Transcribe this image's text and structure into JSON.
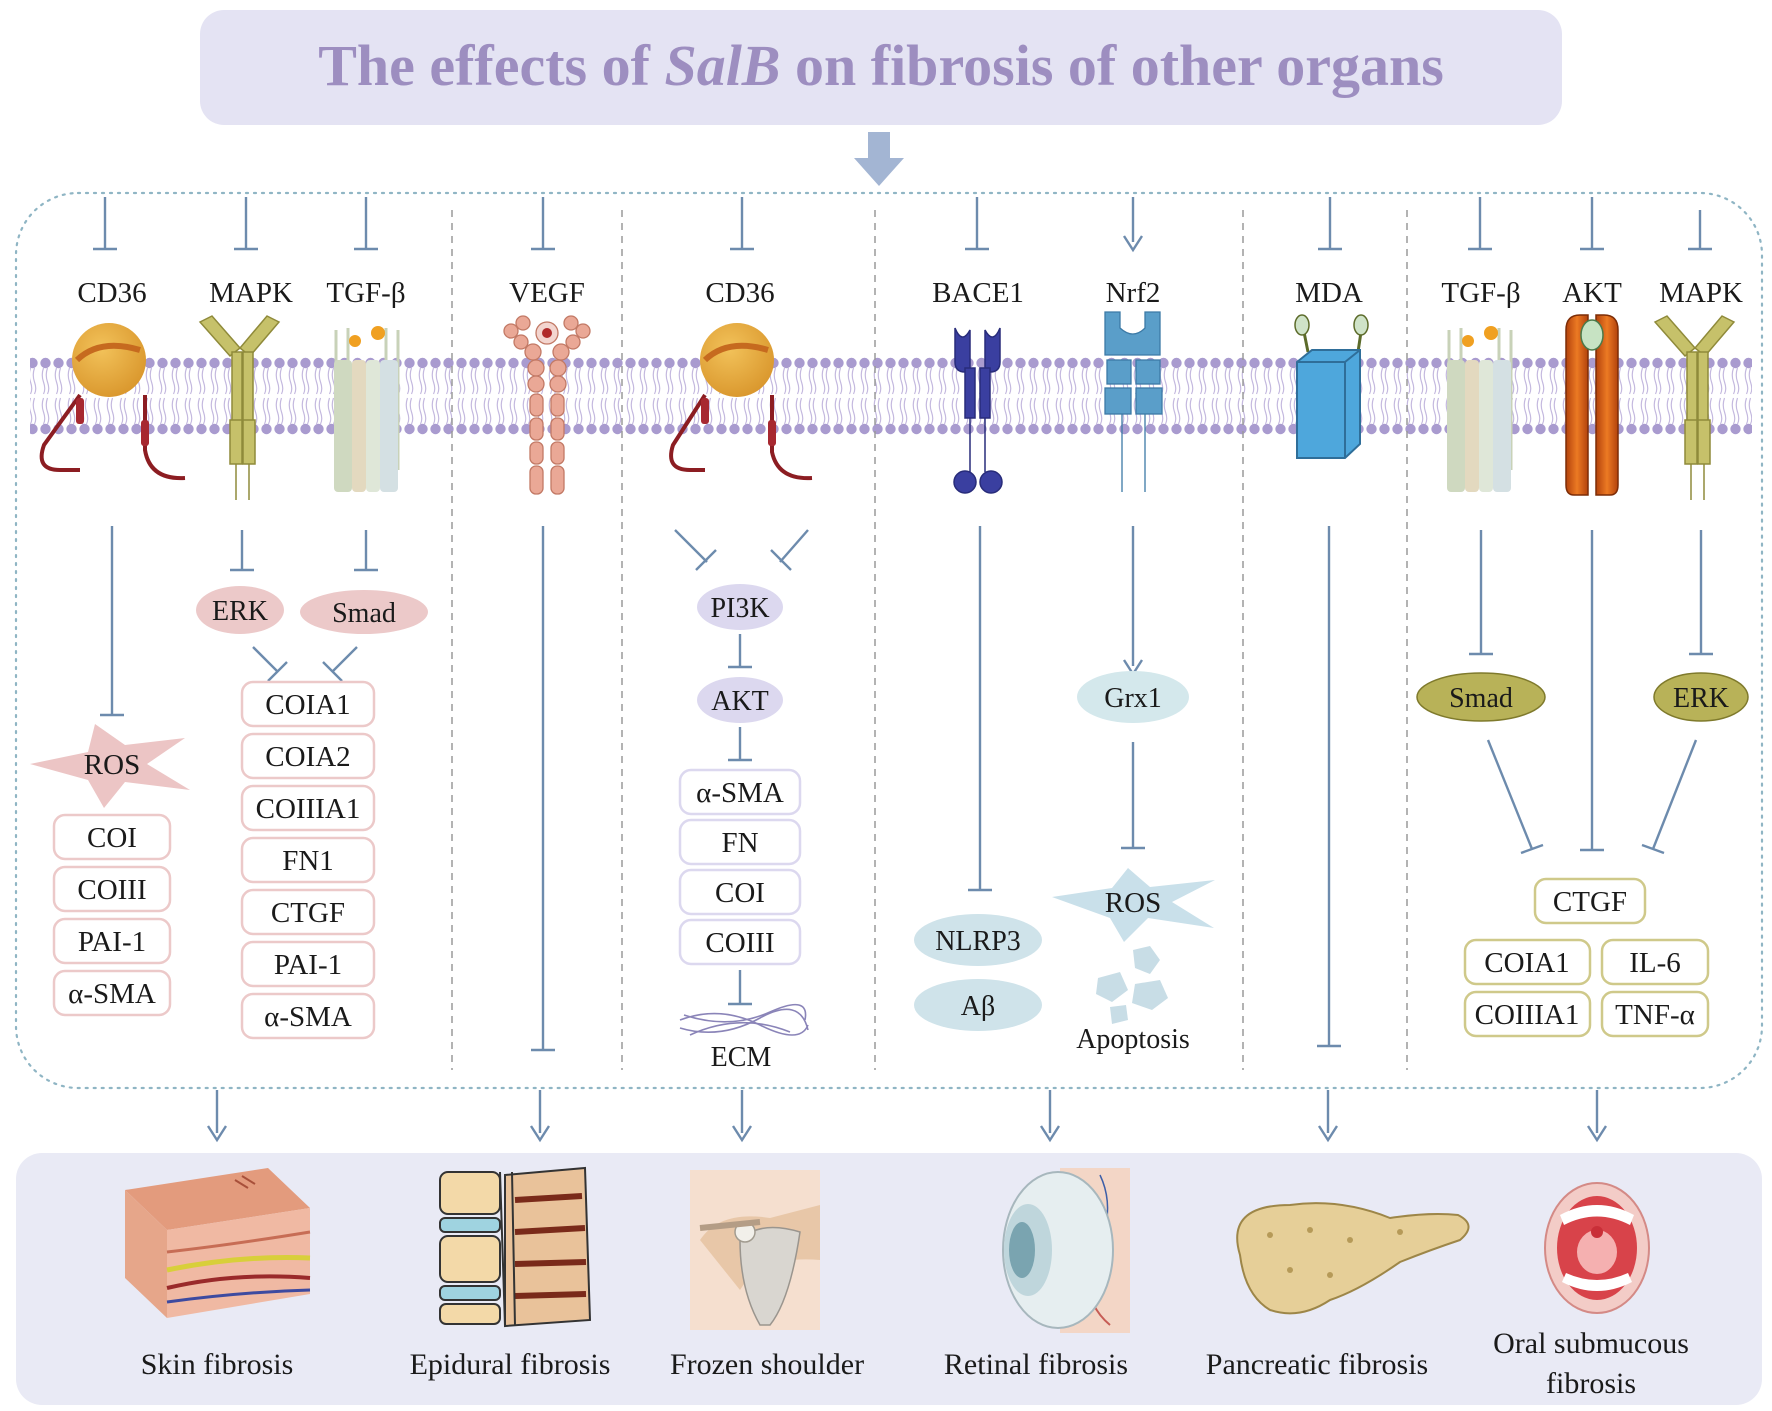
{
  "title": {
    "prefix": "The effects of ",
    "italic": "SalB",
    "suffix": " on fibrosis of other organs"
  },
  "colors": {
    "title_bg": "#e4e3f3",
    "title_text": "#9d8ec0",
    "arrow": "#7e9bbf",
    "line": "#6d8bad",
    "membrane": "#a99bcf",
    "panel_bg": "#e9eaf5",
    "pink": "#ecc9c9",
    "lavender": "#dcd8ef",
    "lightblue": "#cfe3ea",
    "olive": "#b8b258"
  },
  "panels": {
    "skin": {
      "receptors": [
        "CD36",
        "MAPK",
        "TGF-β"
      ],
      "ros": "ROS",
      "markers_left": [
        "COI",
        "COIII",
        "PAI-1",
        "α-SMA"
      ],
      "mediators": [
        "ERK",
        "Smad"
      ],
      "markers_right": [
        "COIA1",
        "COIA2",
        "COIIIA1",
        "FN1",
        "CTGF",
        "PAI-1",
        "α-SMA"
      ]
    },
    "epidural": {
      "receptors": [
        "VEGF"
      ]
    },
    "shoulder": {
      "receptors": [
        "CD36"
      ],
      "mediators": [
        "PI3K",
        "AKT"
      ],
      "markers": [
        "α-SMA",
        "FN",
        "COI",
        "COIII"
      ],
      "ecm": "ECM"
    },
    "retinal": {
      "receptors": [
        "BACE1",
        "Nrf2"
      ],
      "grx": "Grx1",
      "outputs": [
        "NLRP3",
        "Aβ"
      ],
      "ros": "ROS",
      "apoptosis": "Apoptosis"
    },
    "pancreatic": {
      "receptors": [
        "MDA"
      ]
    },
    "oral": {
      "receptors": [
        "TGF-β",
        "AKT",
        "MAPK"
      ],
      "mediators": [
        "Smad",
        "ERK"
      ],
      "ctgf": "CTGF",
      "markers": [
        "COIA1",
        "IL-6",
        "COIIIA1",
        "TNF-α"
      ]
    }
  },
  "organs": [
    {
      "label": "Skin fibrosis",
      "icon": "skin-section-icon"
    },
    {
      "label": "Epidural fibrosis",
      "icon": "spine-icon"
    },
    {
      "label": "Frozen shoulder",
      "icon": "shoulder-icon"
    },
    {
      "label": "Retinal fibrosis",
      "icon": "eye-icon"
    },
    {
      "label": "Pancreatic fibrosis",
      "icon": "pancreas-icon"
    },
    {
      "label": "Oral submucous",
      "label2": "fibrosis",
      "icon": "open-mouth-icon"
    }
  ]
}
